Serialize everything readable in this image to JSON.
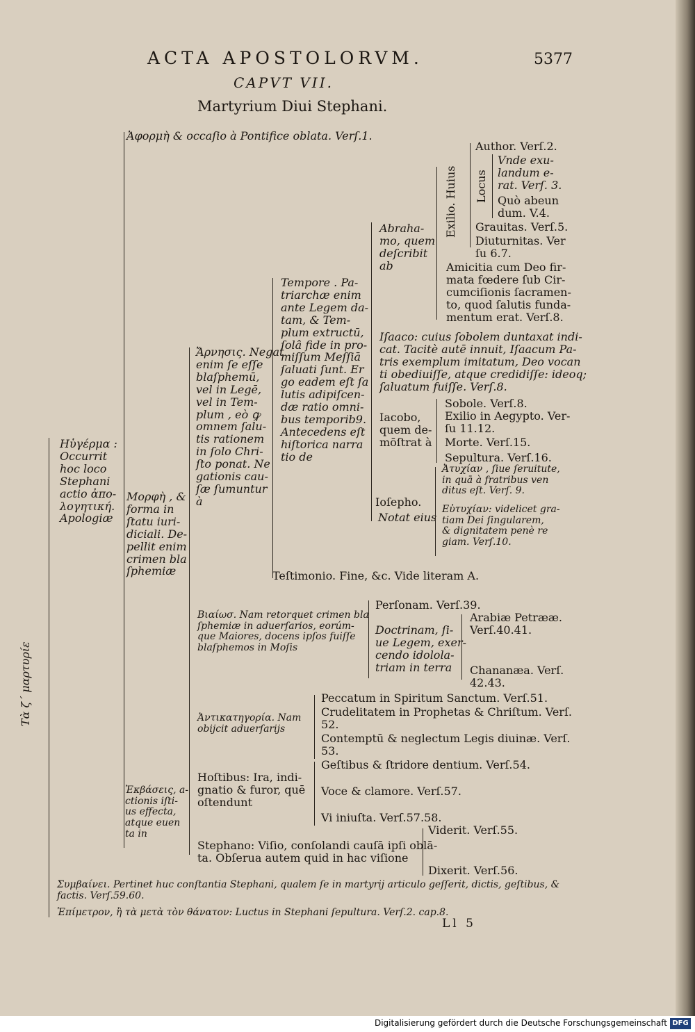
{
  "header": {
    "running_title": "ACTA APOSTOLORVM.",
    "page_number": "5377",
    "chapter": "CAPVT VII.",
    "title": "Martyrium Diui Stephani."
  },
  "outline": {
    "side_title": "Τὰ ζ´ μαρτυρίε",
    "aphorme": "Ἀφορμὴ & occaſio à Pontifice oblata. Verſ.1.",
    "hygrema": "Ηὑγέρμα :\nOccurrit\nhoc loco\nStephani\nactio ἀπο-\nλογητική.\nApologiæ",
    "morphe": "Μορφὴ , &\nforma in\nſtatu iuri-\ndiciali. De-\npellit enim\ncrimen bla\nſphemiæ",
    "arnesis": "Ἄρνησις. Negat\nenim ſe eſſe\nblaſphemū,\nvel in Legē,\nvel in Tem-\nplum , eò ꝙ\nomnem ſalu-\ntis rationem\nin ſolo Chri-\nſto ponat. Ne\ngationis cau-\nſæ ſumuntur\nà",
    "tempore": "Tempore . Pa-\ntriarchæ enim\nante Legem da-\ntam, & Tem-\nplum extructū,\nſolâ fide in pro-\nmiſſum Meſſiā\nſaluati ſunt. Er\ngo eadem eſt ſa\nlutis adipiſcen-\ndæ ratio omni-\nbus temporib9.\nAntecedens eſt\nhiſtorica narra\ntio de",
    "abrahamo": "Abraha-\nmo, quem\ndeſcribit\nab",
    "exilio_huius": "Exilio. Huius",
    "locus": "Locus",
    "author": "Author. Verſ.2.",
    "unde": "Vnde exu-\nlandum e-\nrat. Verſ. 3.",
    "quo": "Quò abeun\ndum. V.4.",
    "grauitas": "Grauitas. Verſ.5.",
    "diuturnitas": "Diuturnitas. Ver\nſu 6.7.",
    "amicitia": "Amicitia cum Deo fir-\nmata fœdere ſub Cir-\ncumciſionis ſacramen-\nto, quod ſalutis funda-\nmentum erat. Verſ.8.",
    "isaaco": "Iſaaco: cuius ſobolem duntaxat indi-\ncat. Tacitè autē innuit, Iſaacum Pa-\ntris exemplum imitatum, Deo vocan\nti obediuiſſe, atque credidiſſe: ideoq;\nſaluatum fuiſſe. Verſ.8.",
    "iacobo": "Iacobo,\nquem de-\nmōſtrat à",
    "sobole": "Sobole. Verſ.8.",
    "exilio_aegypto": "Exilio in Aegypto. Ver-\nſu 11.12.",
    "morte": "Morte. Verſ.15.",
    "sepultura": "Sepultura. Verſ.16.",
    "iosepho": "Ioſepho.",
    "notat_eius": "Notat eius",
    "atychia": "Ἀτυχίαν , ſiue ſeruitute,\nin quā à fratribus ven\nditus eſt. Verſ. 9.",
    "eutychia": "Εὐτυχίαν: videlicet gra-\ntiam Dei ſingularem,\n& dignitatem penè re\ngiam. Verſ.10.",
    "testimonio": "Teſtimonio.   Fine, &c. Vide literam A.",
    "biaiosis": "Βιαίωσ. Nam retorquet crimen bla\nſphemiæ in aduerſarios, eorúm-\nque Maiores, docens ipſos fuiſſe\nblaſphemos in Moſis",
    "personam": "Perſonam. Verſ.39.",
    "doctrinam": "Doctrinam, ſi-\nue Legem, exer-\ncendo idolola-\ntriam in terra",
    "arabiae": "Arabiæ Petrææ.\nVerſ.40.41.",
    "chananaea": "Chananæa. Verſ.\n42.43.",
    "antikategoria": "Ἀντικατηγορία. Nam\nobijcit aduerſarijs",
    "peccatum": "Peccatum in Spiritum Sanctum. Verſ.51.",
    "crudelitatem": "Crudelitatem in Prophetas & Chriſtum. Verſ.\n52.",
    "contemptu": "Contemptū & neglectum Legis diuinæ. Verſ.\n53.",
    "gestibus": "Geſtibus & ſtridore dentium. Verſ.54.",
    "voce": "Voce & clamore. Verſ.57.",
    "vi": "Vi iniuſta. Verſ.57.58.",
    "ekbasis": "Ἐκβάσεις, a-\nctionis iſti-\nus effecta,\natque euen\nta in",
    "hostibus": "Hoſtibus: Ira, indi-\ngnatio & furor, quē\noſtendunt",
    "stephano": "Stephano: Viſio, conſolandi cauſā ipſi oblā-\nta. Obſerua autem quid in hac viſione",
    "viderit": "Viderit. Verſ.55.",
    "dixerit": "Dixerit. Verſ.56.",
    "symbainei": "Συμβαίνει. Pertinet huc conſtantia Stephani, qualem ſe in martyrij articulo geſſerit, dictis, geſtibus, &\nfactis. Verſ.59.60.",
    "epimetron": "Ἐπίμετρον, ἢ τὰ μετὰ τὸν θάνατον: Luctus in Stephani ſepultura. Verſ.2. cap.8."
  },
  "signature": "Ll 5",
  "footer": {
    "text": "Digitalisierung gefördert durch die Deutsche Forschungsgemeinschaft",
    "logo": "DFG"
  }
}
